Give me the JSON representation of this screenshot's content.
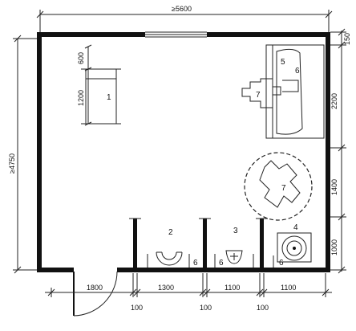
{
  "dimensions": {
    "top_width": "≥5600",
    "left_height": "≥4750",
    "right_150": "150",
    "right_2200": "2200",
    "right_1400": "1400",
    "right_1000": "1000",
    "bed_600": "600",
    "bed_1200": "1200",
    "bottom_1800": "1800",
    "bottom_100a": "100",
    "bottom_1300": "1300",
    "bottom_100b": "100",
    "bottom_1100a": "1100",
    "bottom_100c": "100",
    "bottom_1100b": "1100"
  },
  "labels": {
    "l1": "1",
    "l2": "2",
    "l3": "3",
    "l4": "4",
    "l5": "5",
    "l6_bath": "6",
    "l6_a": "6",
    "l6_b": "6",
    "l6_c": "6",
    "l7_bath": "7",
    "l7_circle": "7"
  }
}
